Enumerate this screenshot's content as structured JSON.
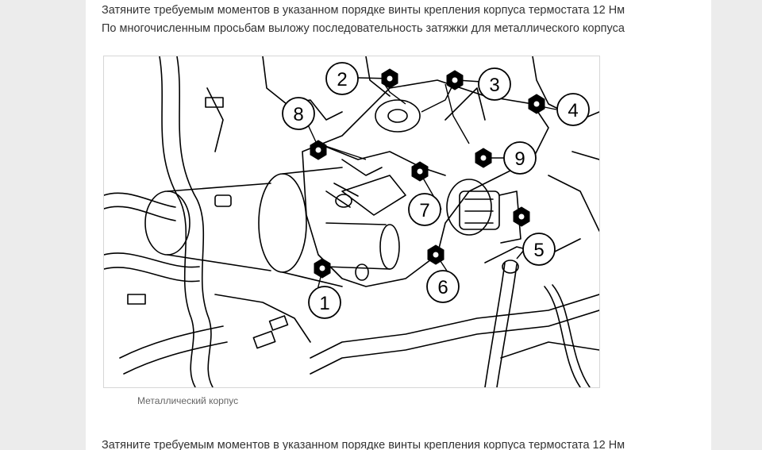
{
  "article": {
    "paragraph_1": "Затяните требуемым моментов в указанном порядке винты крепления корпуса термостата 12 Нм",
    "paragraph_2": "По многочисленным просьбам выложу последовательность затяжки для металлического корпуса",
    "paragraph_3": "Затяните требуемым моментов в указанном порядке винты крепления корпуса термостата 12 Нм",
    "figure_caption": "Металлический корпус"
  },
  "diagram": {
    "callouts": [
      "1",
      "2",
      "3",
      "4",
      "5",
      "6",
      "7",
      "8",
      "9"
    ]
  },
  "colors": {
    "side_background": "#ececec",
    "text": "#333333",
    "caption": "#666666",
    "line_art": "#000000"
  }
}
